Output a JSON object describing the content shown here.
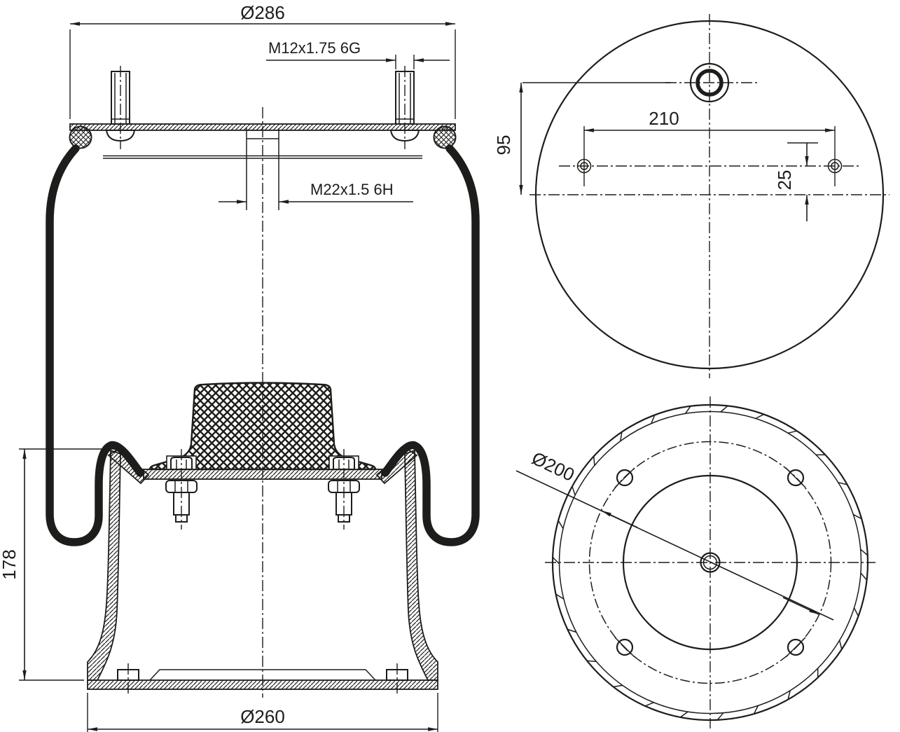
{
  "drawing": {
    "type": "technical-drawing",
    "subject": "air-spring-bellows-cross-section-and-views",
    "colors": {
      "line": "#1d1d1b",
      "background": "#ffffff"
    },
    "views": {
      "front": {
        "dims": {
          "top_plate_diameter": "Ø286",
          "stud_thread": "M12x1.75 6G",
          "air_inlet_thread": "M22x1.5 6H",
          "piston_height": "178",
          "piston_diameter": "Ø260"
        }
      },
      "top": {
        "dims": {
          "port_offset": "95",
          "stud_spacing": "210",
          "stud_offset": "25"
        }
      },
      "bottom": {
        "dims": {
          "bolt_circle_diameter": "Ø200"
        }
      }
    }
  }
}
